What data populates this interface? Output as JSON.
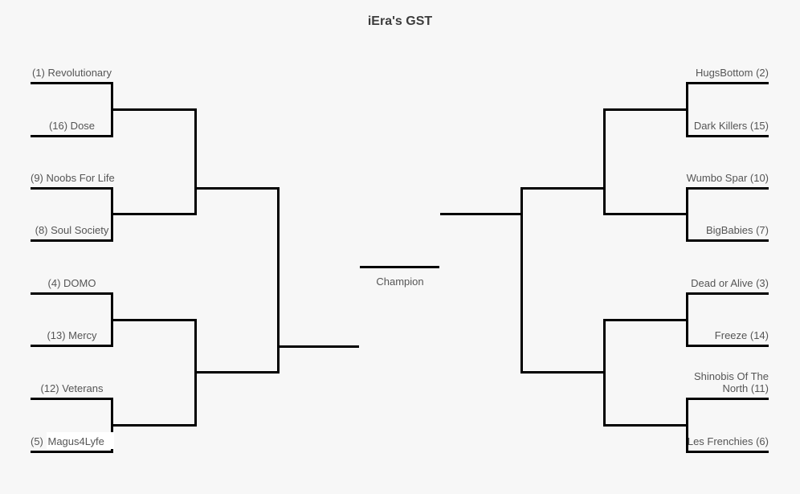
{
  "page": {
    "title": "iEra's GST",
    "background_color": "#f7f7f7",
    "line_color": "#000000",
    "label_color": "#555555",
    "title_color": "#3c3c3c",
    "highlight_color": "#ffffff"
  },
  "final": {
    "champion_label": "Champion"
  },
  "bracket": {
    "left": [
      {
        "label": "(1) Revolutionary"
      },
      {
        "label": "(16) Dose"
      },
      {
        "label": "(9) Noobs For Life"
      },
      {
        "label": "(8) Soul Society"
      },
      {
        "label": "(4) DOMO"
      },
      {
        "label": "(13) Mercy"
      },
      {
        "label": "(12) Veterans"
      },
      {
        "label": "(5) Magus4Lyfe",
        "prefix": "(5) ",
        "highlighted_name": "Magus4Lyfe"
      }
    ],
    "right": [
      {
        "label": "HugsBottom (2)"
      },
      {
        "label": "Dark Killers (15)"
      },
      {
        "label": "Wumbo Spar (10)"
      },
      {
        "label": "BigBabies (7)"
      },
      {
        "label": "Dead or Alive (3)"
      },
      {
        "label": "Freeze (14)"
      },
      {
        "label": "Shinobis Of The North (11)"
      },
      {
        "label": "Les Frenchies (6)"
      }
    ]
  }
}
